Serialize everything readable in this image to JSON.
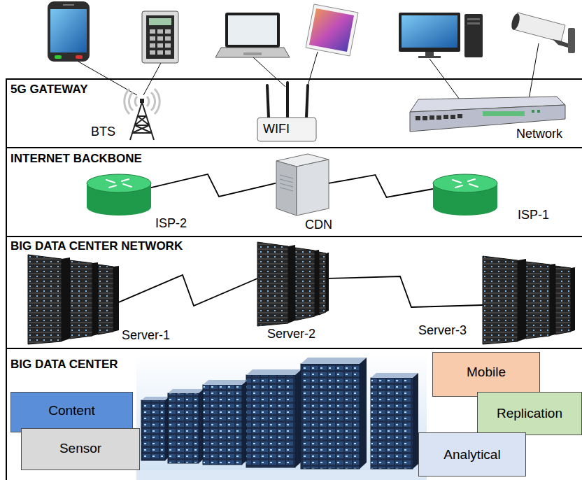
{
  "diagram": {
    "nodes": [
      {
        "text": [
          "5G GATEWAY"
        ]
      },
      {
        "text": [
          "BTS"
        ],
        "in": 0
      },
      {
        "text": [
          "WIFI"
        ],
        "in": 0
      },
      {
        "text": [
          "Network"
        ],
        "in": 0
      },
      {
        "text": [
          "INTERNET BACKBONE"
        ]
      },
      {
        "text": [
          "ISP-2"
        ],
        "in": 4
      },
      {
        "text": [
          "CDN"
        ],
        "in": 4
      },
      {
        "text": [
          "ISP-1"
        ],
        "in": 4
      },
      {
        "text": [
          "BIG DATA CENTER NETWORK"
        ]
      },
      {
        "text": [
          "Server-1"
        ],
        "in": 8
      },
      {
        "text": [
          "Server-2"
        ],
        "in": 8
      },
      {
        "text": [
          "Server-3"
        ],
        "in": 8
      },
      {
        "text": [
          "BIG DATA CENTER"
        ]
      },
      {
        "text": [
          "Content"
        ],
        "in": 12
      },
      {
        "text": [
          "Sensor"
        ],
        "in": 12
      },
      {
        "text": [
          "Mobile"
        ],
        "in": 12
      },
      {
        "text": [
          "Replication"
        ],
        "in": 12
      },
      {
        "text": [
          "Analytical"
        ],
        "in": 12
      }
    ],
    "edges": [
      {
        "from": 5,
        "to": 6,
        "arrow": "none"
      },
      {
        "from": 6,
        "to": 7,
        "arrow": "none"
      },
      {
        "from": 9,
        "to": 10,
        "arrow": "none"
      },
      {
        "from": 10,
        "to": 11,
        "arrow": "none"
      }
    ]
  }
}
